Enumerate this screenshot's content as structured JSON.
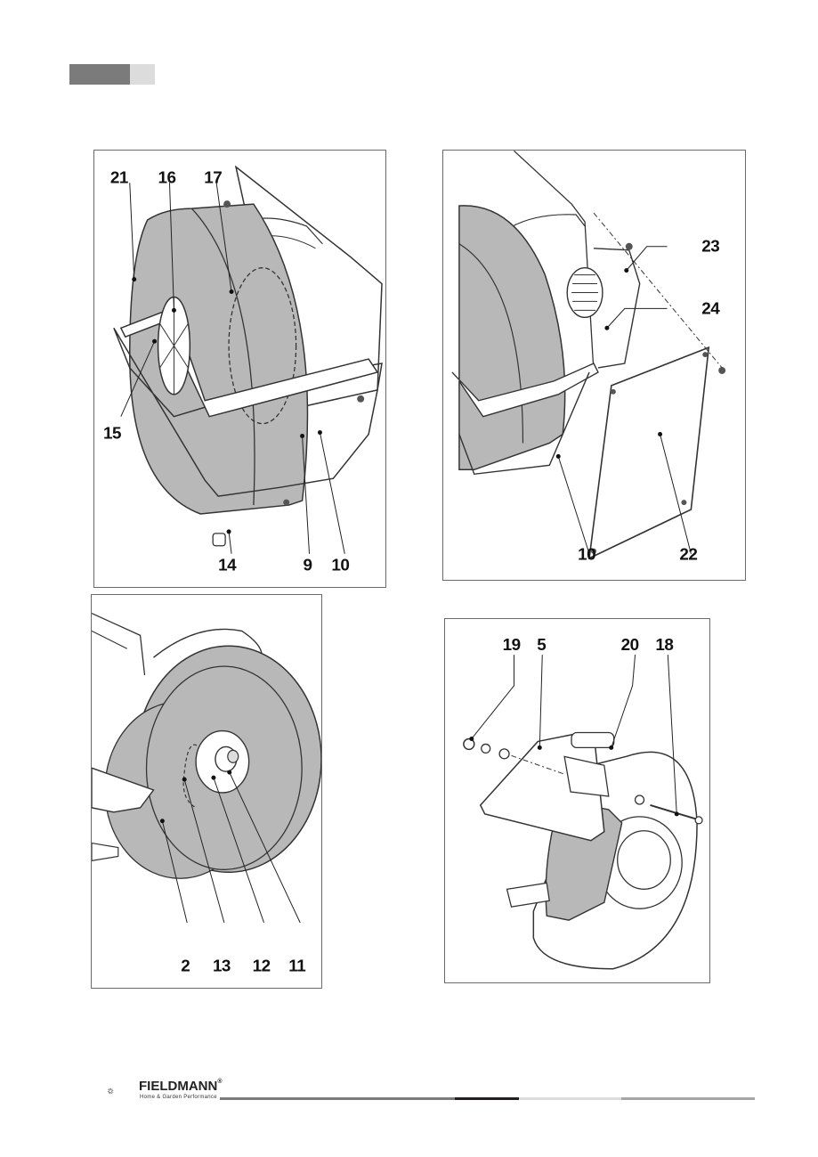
{
  "header": {
    "tab_colors": [
      "#7b7b7b",
      "#dcdcdc"
    ]
  },
  "figures": [
    {
      "id": "fig-top-left",
      "labels": [
        "21",
        "16",
        "17",
        "15",
        "14",
        "9",
        "10"
      ]
    },
    {
      "id": "fig-top-right",
      "labels": [
        "23",
        "24",
        "10",
        "22"
      ]
    },
    {
      "id": "fig-bottom-left",
      "labels": [
        "2",
        "13",
        "12",
        "11"
      ]
    },
    {
      "id": "fig-bottom-right",
      "labels": [
        "19",
        "5",
        "20",
        "18"
      ]
    }
  ],
  "footer": {
    "brand": "FIELDMANN",
    "trademark": "®",
    "tagline": "Home & Garden Performance",
    "bar_colors": [
      "#7b7b7b",
      "#231f20",
      "#dcdcdc",
      "#a6a6a6"
    ]
  },
  "colors": {
    "wheel_fill": "#b8b8b8",
    "outline": "#333333",
    "frame": "#6a6a6a"
  }
}
